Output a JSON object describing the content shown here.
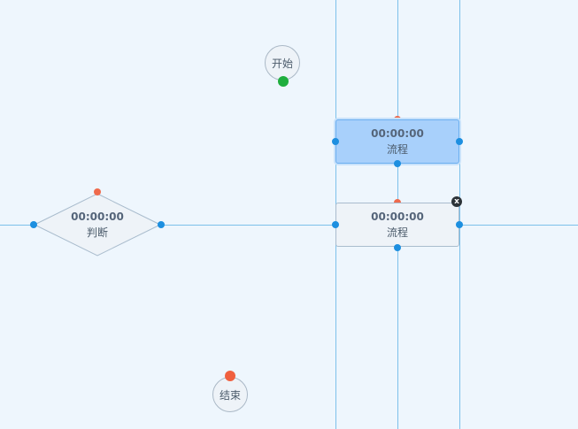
{
  "nodes": {
    "start": {
      "label": "开始"
    },
    "end": {
      "label": "结束"
    },
    "process_top": {
      "time": "00:00:00",
      "label": "流程"
    },
    "process_bottom": {
      "time": "00:00:00",
      "label": "流程"
    },
    "decision": {
      "time": "00:00:00",
      "label": "判断"
    }
  },
  "delete_button": {
    "label": "x"
  },
  "colors": {
    "canvas": "#eef6fd",
    "guide_line": "#7cc0ea",
    "selected_fill": "#a8d0fb",
    "anchor_blue": "#1d8fe0",
    "anchor_red": "#ef6a4c",
    "anchor_green": "#1fae3d"
  }
}
